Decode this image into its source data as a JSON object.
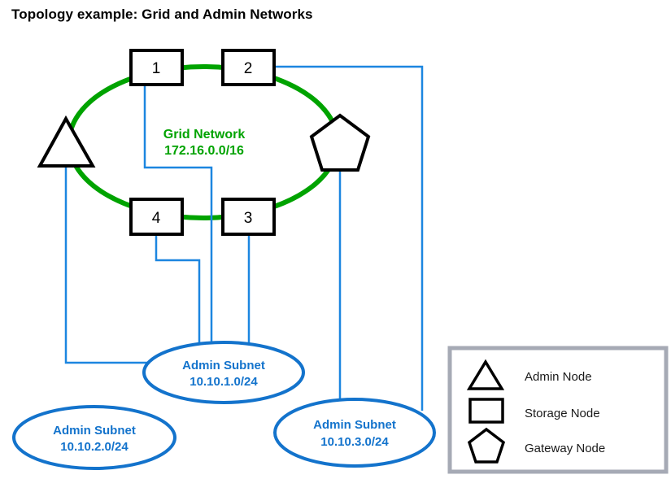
{
  "title": "Topology example: Grid and Admin Networks",
  "colors": {
    "grid_network_green": "#00A300",
    "admin_network_blue": "#1373CC",
    "node_outline": "#000000",
    "legend_border": "#A6AAB5",
    "background": "#FFFFFF"
  },
  "grid_network": {
    "name": "Grid Network",
    "cidr": "172.16.0.0/16"
  },
  "nodes": [
    {
      "id": "node-1",
      "label": "1",
      "type": "storage-node",
      "shape": "rectangle"
    },
    {
      "id": "node-2",
      "label": "2",
      "type": "storage-node",
      "shape": "rectangle"
    },
    {
      "id": "node-3",
      "label": "3",
      "type": "storage-node",
      "shape": "rectangle"
    },
    {
      "id": "node-4",
      "label": "4",
      "type": "storage-node",
      "shape": "rectangle"
    },
    {
      "id": "admin-node",
      "label": "",
      "type": "admin-node",
      "shape": "triangle"
    },
    {
      "id": "gateway-node",
      "label": "",
      "type": "gateway-node",
      "shape": "pentagon"
    }
  ],
  "admin_subnets": [
    {
      "id": "admin-subnet-1",
      "name": "Admin Subnet",
      "cidr": "10.10.1.0/24"
    },
    {
      "id": "admin-subnet-2",
      "name": "Admin Subnet",
      "cidr": "10.10.2.0/24"
    },
    {
      "id": "admin-subnet-3",
      "name": "Admin Subnet",
      "cidr": "10.10.3.0/24"
    }
  ],
  "legend": {
    "items": [
      {
        "shape": "triangle",
        "label": "Admin Node"
      },
      {
        "shape": "rectangle",
        "label": "Storage Node"
      },
      {
        "shape": "pentagon",
        "label": "Gateway Node"
      }
    ]
  }
}
